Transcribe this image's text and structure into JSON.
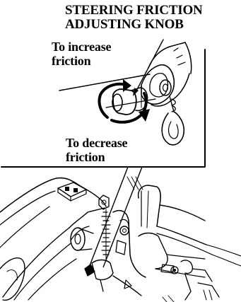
{
  "diagram": {
    "callout_title_line1": "STEERING FRICTION",
    "callout_title_line2": "ADJUSTING KNOB",
    "increase_line1": "To increase",
    "increase_line2": "friction",
    "decrease_line1": "To decrease",
    "decrease_line2": "friction"
  }
}
